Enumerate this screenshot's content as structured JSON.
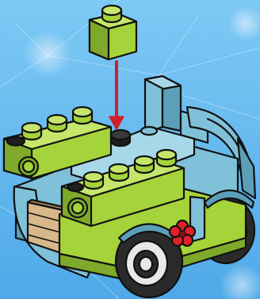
{
  "scene": {
    "description_visible_text": "",
    "colors": {
      "background_top": "#7EC9F5",
      "background_bottom": "#4FA9E8",
      "lime": "#A5D33A",
      "lime_dark": "#7FA92A",
      "lime_light": "#C4E66A",
      "blue": "#7FC1D8",
      "blue_dark": "#5C9FB8",
      "blue_light": "#A7D8E8",
      "black": "#1E1E1E",
      "tire": "#2A2A2A",
      "rim": "#E8E8E8",
      "wood": "#D8B88A",
      "wood_dark": "#A8865C",
      "arrow": "#D01E2C",
      "flower": "#E0202A",
      "outline": "#111111"
    },
    "icons": [
      "new-brick-2x2",
      "placement-arrow",
      "flower-decal",
      "vehicle-wheel"
    ]
  }
}
